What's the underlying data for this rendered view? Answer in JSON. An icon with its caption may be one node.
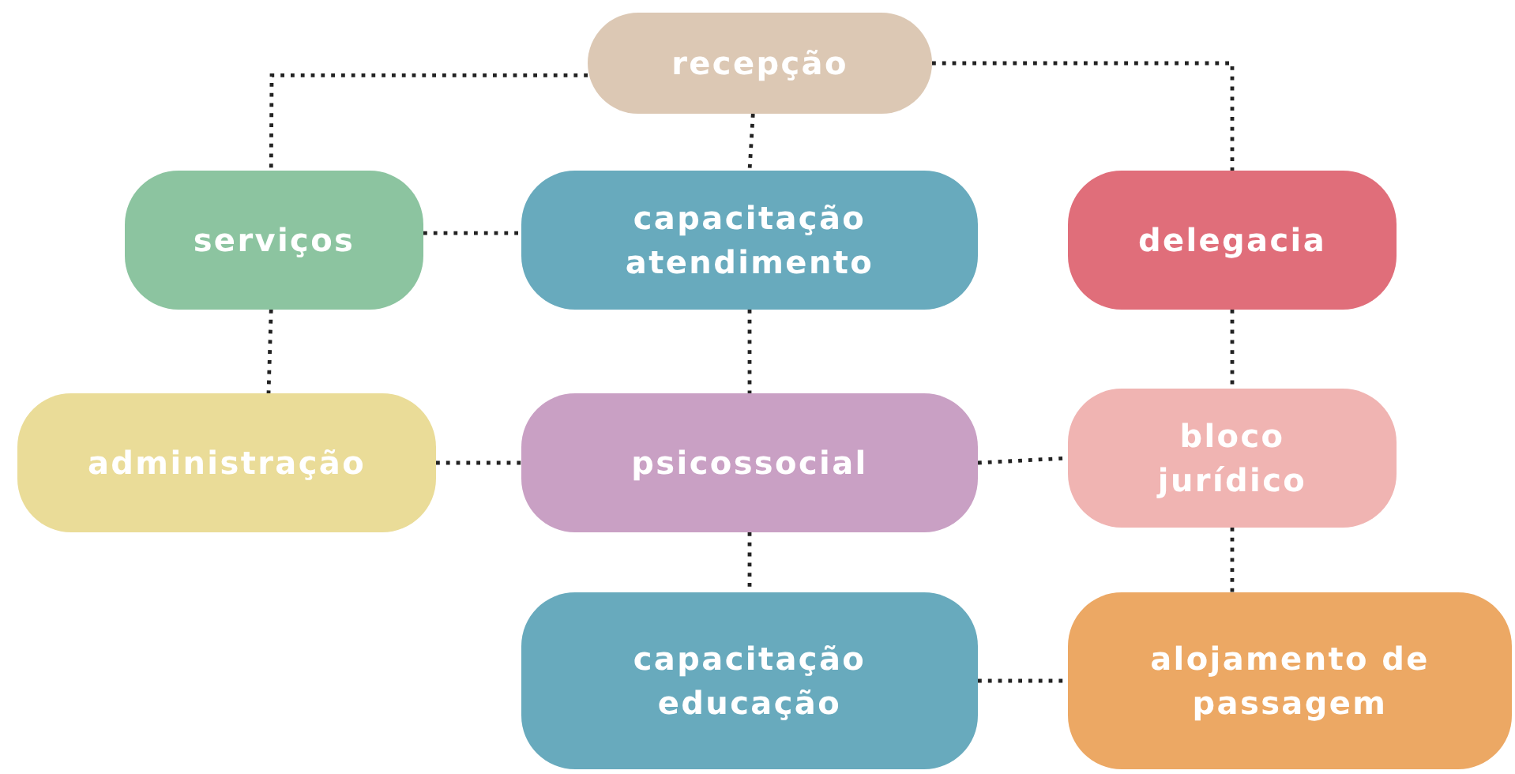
{
  "diagram": {
    "nodes": [
      {
        "text": [
          "recepção"
        ]
      },
      {
        "text": [
          "serviços"
        ]
      },
      {
        "text": [
          "capacitação atendimento"
        ]
      },
      {
        "text": [
          "delegacia"
        ]
      },
      {
        "text": [
          "administração"
        ]
      },
      {
        "text": [
          "psicossocial"
        ]
      },
      {
        "text": [
          "bloco jurídico"
        ]
      },
      {
        "text": [
          "capacitação educação"
        ]
      },
      {
        "text": [
          "alojamento de passagem"
        ]
      }
    ],
    "edges": [
      {
        "from": 0,
        "to": 1,
        "arrow": "none"
      },
      {
        "from": 0,
        "to": 2,
        "arrow": "none"
      },
      {
        "from": 0,
        "to": 3,
        "arrow": "none"
      },
      {
        "from": 1,
        "to": 2,
        "arrow": "none"
      },
      {
        "from": 1,
        "to": 4,
        "arrow": "none"
      },
      {
        "from": 2,
        "to": 5,
        "arrow": "none"
      },
      {
        "from": 4,
        "to": 5,
        "arrow": "none"
      },
      {
        "from": 5,
        "to": 6,
        "arrow": "none"
      },
      {
        "from": 3,
        "to": 6,
        "arrow": "none"
      },
      {
        "from": 5,
        "to": 7,
        "arrow": "none"
      },
      {
        "from": 6,
        "to": 8,
        "arrow": "none"
      },
      {
        "from": 7,
        "to": 8,
        "arrow": "none"
      }
    ]
  }
}
